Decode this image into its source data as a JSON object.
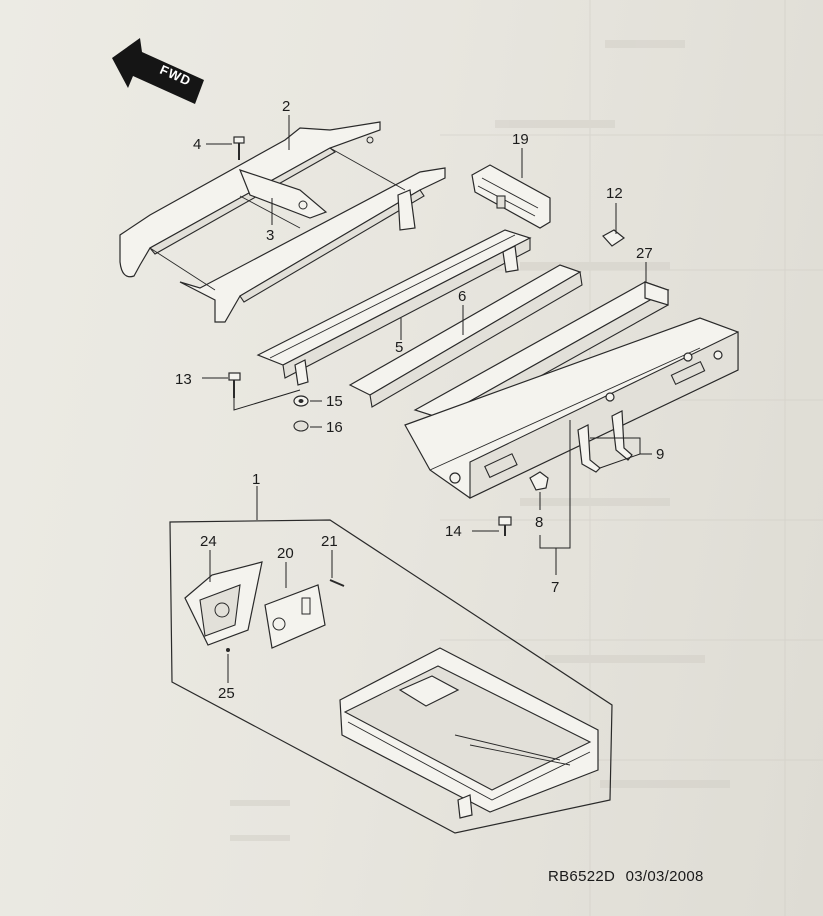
{
  "direction": {
    "label": "FWD",
    "icon": "forward-arrow-icon"
  },
  "callouts": [
    {
      "id": "c2",
      "text": "2"
    },
    {
      "id": "c4",
      "text": "4"
    },
    {
      "id": "c3",
      "text": "3"
    },
    {
      "id": "c19",
      "text": "19"
    },
    {
      "id": "c12",
      "text": "12"
    },
    {
      "id": "c27",
      "text": "27"
    },
    {
      "id": "c6",
      "text": "6"
    },
    {
      "id": "c5",
      "text": "5"
    },
    {
      "id": "c13",
      "text": "13"
    },
    {
      "id": "c15",
      "text": "15"
    },
    {
      "id": "c16",
      "text": "16"
    },
    {
      "id": "c9",
      "text": "9"
    },
    {
      "id": "c1",
      "text": "1"
    },
    {
      "id": "c14",
      "text": "14"
    },
    {
      "id": "c8",
      "text": "8"
    },
    {
      "id": "c7",
      "text": "7"
    },
    {
      "id": "c24",
      "text": "24"
    },
    {
      "id": "c20",
      "text": "20"
    },
    {
      "id": "c21",
      "text": "21"
    },
    {
      "id": "c25",
      "text": "25"
    }
  ],
  "footer": {
    "code": "RB6522D",
    "date": "03/03/2008"
  }
}
